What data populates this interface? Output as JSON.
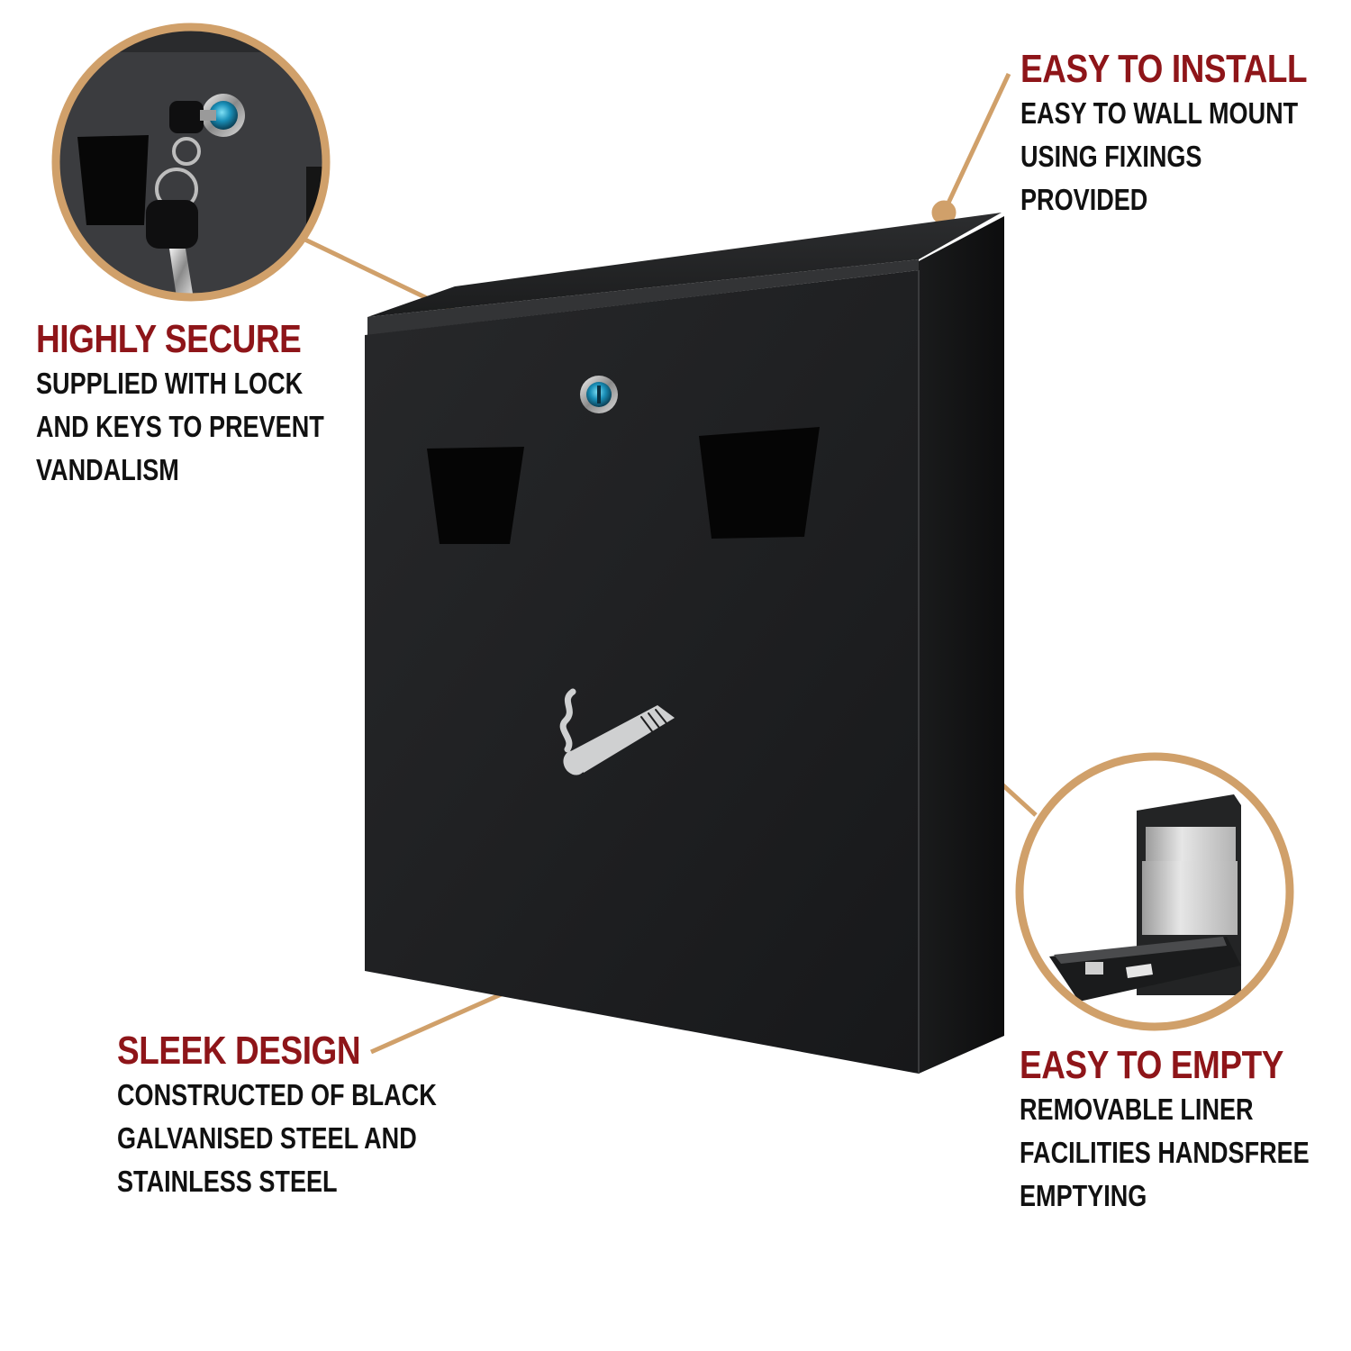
{
  "colors": {
    "accent_title": "#8e1519",
    "callout_line": "#d0a06a",
    "product_body": "#1e1e1f",
    "product_shadow": "#0e0e0f",
    "background": "#ffffff"
  },
  "features": {
    "easy_install": {
      "title": "EASY TO INSTALL",
      "lines": [
        "EASY TO WALL MOUNT",
        "USING FIXINGS",
        "PROVIDED"
      ]
    },
    "highly_secure": {
      "title": "HIGHLY SECURE",
      "lines": [
        "SUPPLIED WITH LOCK",
        "AND KEYS TO PREVENT",
        "VANDALISM"
      ]
    },
    "sleek_design": {
      "title": "SLEEK DESIGN",
      "lines": [
        "CONSTRUCTED OF BLACK",
        "GALVANISED STEEL AND",
        "STAINLESS STEEL"
      ]
    },
    "easy_empty": {
      "title": "EASY TO EMPTY",
      "lines": [
        "REMOVABLE LINER",
        "FACILITIES HANDSFREE",
        "EMPTYING"
      ]
    }
  },
  "icons": {
    "front_symbol": "cigarette-smoking-icon",
    "lock": "lock-icon",
    "key": "key-icon"
  }
}
